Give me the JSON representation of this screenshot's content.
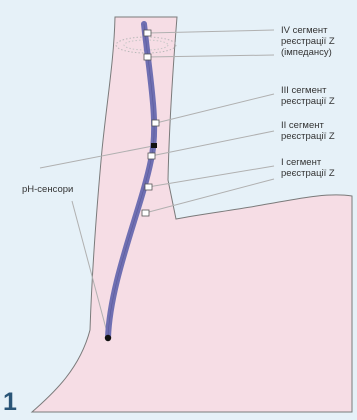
{
  "figure_number": "1",
  "labels": {
    "seg4_line1": "IV сегмент",
    "seg4_line2": "реєстрації Z",
    "seg4_line3": "(імпедансу)",
    "seg3_line1": "III сегмент",
    "seg3_line2": "реєстрації Z",
    "seg2_line1": "II сегмент",
    "seg2_line2": "реєстрації Z",
    "seg1_line1": "I сегмент",
    "seg1_line2": "реєстрації Z",
    "ph_sensors": "pH-сенсори"
  },
  "colors": {
    "background": "#e6f1f8",
    "organ_fill": "#f6dde5",
    "organ_stroke": "#7a7a7a",
    "catheter": "#6f6fb2",
    "leader_lines": "#b0b0b0"
  }
}
